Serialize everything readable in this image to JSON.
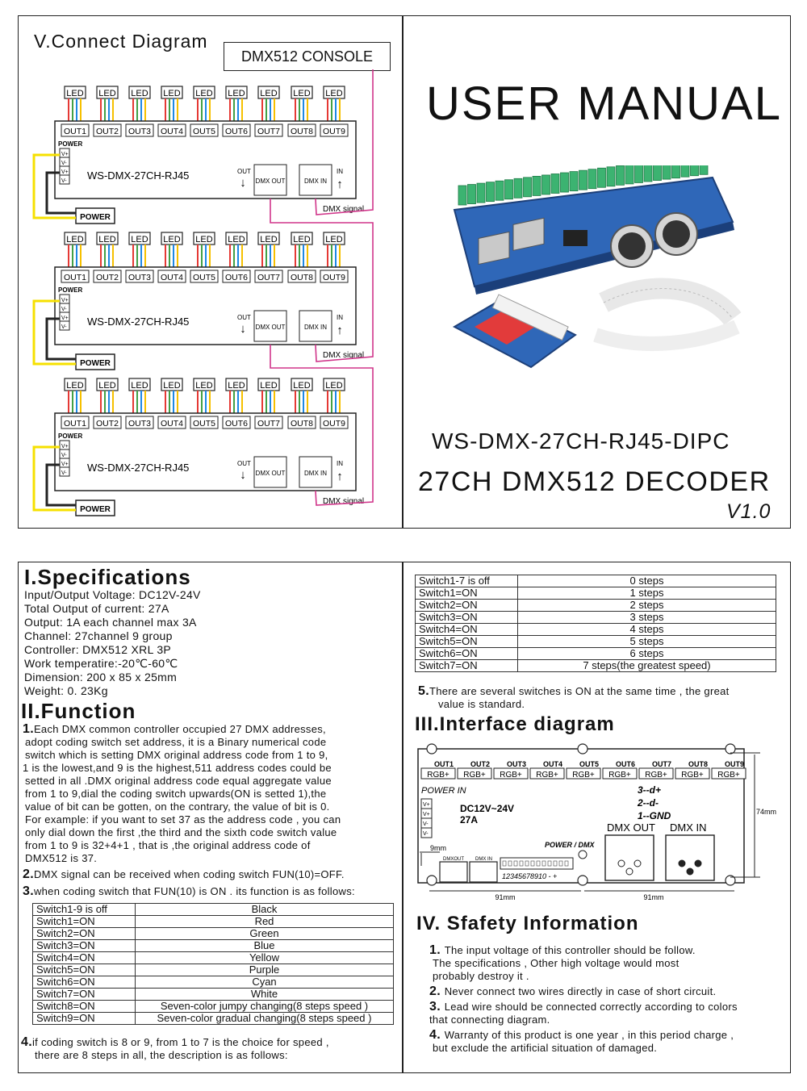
{
  "connect": {
    "title": "V.Connect Diagram",
    "console": "DMX512 CONSOLE",
    "led": "LED",
    "outs": [
      "OUT1",
      "OUT2",
      "OUT3",
      "OUT4",
      "OUT5",
      "OUT6",
      "OUT7",
      "OUT8",
      "OUT9"
    ],
    "power_label": "POWER",
    "vterms": [
      "V+",
      "V-",
      "V+",
      "V-"
    ],
    "model": "WS-DMX-27CH-RJ45",
    "out_label": "OUT",
    "in_label": "IN",
    "dmx_out": "DMX OUT",
    "dmx_in": "DMX IN",
    "power_box": "POWER",
    "dmx_signal": "DMX  signal"
  },
  "cover": {
    "title": "USER MANUAL",
    "model": "WS-DMX-27CH-RJ45-DIPC",
    "subtitle": "27CH DMX512 DECODER",
    "version": "V1.0"
  },
  "specs": {
    "heading": "I.Specifications",
    "lines": [
      "Input/Output Voltage: DC12V-24V",
      "Total Output of current: 27A",
      "Output: 1A each channel max 3A",
      "Channel: 27channel 9 group",
      "Controller: DMX512 XRL 3P",
      "Work temperatire:-20℃-60℃",
      "Dimension: 200 x 85 x 25mm",
      "Weight: 0. 23Kg"
    ]
  },
  "function": {
    "heading": "II.Function",
    "p1_num": "1.",
    "p1_lines": [
      "Each DMX common controller occupied 27 DMX addresses,",
      "adopt coding switch set address, it is a Binary numerical code",
      "switch which is setting DMX original address code from 1 to 9,",
      "1 is the lowest,and 9 is the highest,511 address codes  could be",
      "setted  in all .DMX original address code equal aggregate value",
      "from 1 to 9,dial the coding switch upwards(ON is setted 1),the",
      "value of bit can be  gotten, on the contrary, the value of bit is 0.",
      "For example: if you want to set 37 as the address code , you can",
      "only dial down the first ,the third and the  sixth code switch value",
      "from 1 to 9 is 32+4+1  , that is ,the original address  code of",
      "DMX512 is 37."
    ],
    "p2_num": "2.",
    "p2": "DMX signal can be received when coding switch FUN(10)=OFF.",
    "p3_num": "3.",
    "p3": "when coding switch that FUN(10) is ON . its function is as follows:",
    "table1": [
      [
        "Switch1-9 is off",
        "Black"
      ],
      [
        "Switch1=ON",
        "Red"
      ],
      [
        "Switch2=ON",
        "Green"
      ],
      [
        "Switch3=ON",
        "Blue"
      ],
      [
        "Switch4=ON",
        "Yellow"
      ],
      [
        "Switch5=ON",
        "Purple"
      ],
      [
        "Switch6=ON",
        "Cyan"
      ],
      [
        "Switch7=ON",
        "White"
      ],
      [
        "Switch8=ON",
        "Seven-color jumpy changing(8 steps speed )"
      ],
      [
        "Switch9=ON",
        "Seven-color gradual changing(8 steps speed )"
      ]
    ],
    "p4_num": "4.",
    "p4_line1": "if coding switch is 8 or 9,  from 1 to 7 is the choice for speed ,",
    "p4_line2": "there are 8 steps in all, the description is as follows:",
    "table2": [
      [
        "Switch1-7 is off",
        "0 steps"
      ],
      [
        "Switch1=ON",
        "1 steps"
      ],
      [
        "Switch2=ON",
        "2 steps"
      ],
      [
        "Switch3=ON",
        "3 steps"
      ],
      [
        "Switch4=ON",
        "4 steps"
      ],
      [
        "Switch5=ON",
        "5 steps"
      ],
      [
        "Switch6=ON",
        "6 steps"
      ],
      [
        "Switch7=ON",
        "7 steps(the greatest speed)"
      ]
    ],
    "p5_num": "5.",
    "p5_line1": "There are several switches is ON at the same time , the great",
    "p5_line2": "value is standard."
  },
  "interface": {
    "heading": "III.Interface diagram",
    "outs": [
      "OUT1",
      "OUT2",
      "OUT3",
      "OUT4",
      "OUT5",
      "OUT6",
      "OUT7",
      "OUT8",
      "OUT9"
    ],
    "rgb": "RGB+",
    "power_in": "POWER  IN",
    "voltage": "DC12V~24V",
    "amps": "27A",
    "pin3": "3--d+",
    "pin2": "2--d-",
    "pin1": "1--GND",
    "dmx_out": "DMX  OUT",
    "dmx_in": "DMX  IN",
    "power_dmx": "POWER / DMX",
    "dmxout_small": "DMXOUT",
    "dmxin_small": "DMX IN",
    "dip_label": "12345678910 - +",
    "dim_9mm": "9mm",
    "dim_91a": "91mm",
    "dim_91b": "91mm",
    "dim_74": "74mm",
    "vterms": [
      "V+",
      "V+",
      "V-",
      "V-"
    ]
  },
  "safety": {
    "heading": "IV. Sfafety Information",
    "items": [
      {
        "num": "1.",
        "lines": [
          "The input voltage of this controller should be follow.",
          "The specifications , Other high voltage would most",
          "probably destroy it ."
        ]
      },
      {
        "num": "2.",
        "lines": [
          "Never connect two wires directly in case of short circuit."
        ]
      },
      {
        "num": "3.",
        "lines": [
          "Lead wire should be connected correctly according to colors",
          "that connecting diagram."
        ]
      },
      {
        "num": "4.",
        "lines": [
          "Warranty of this product is one year , in this period charge ,",
          "but exclude the artificial situation of damaged."
        ]
      }
    ]
  }
}
